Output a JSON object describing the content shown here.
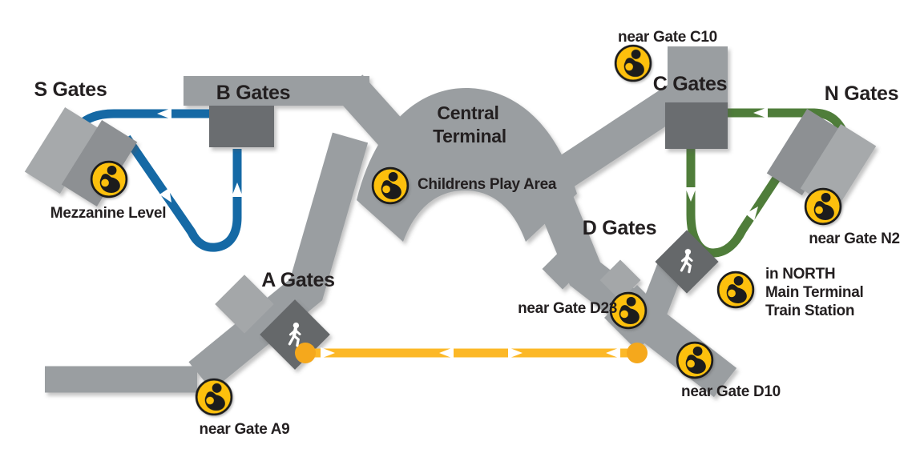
{
  "gates": {
    "s": "S Gates",
    "b": "B Gates",
    "a": "A Gates",
    "c": "C Gates",
    "d": "D Gates",
    "n": "N Gates",
    "central_line1": "Central",
    "central_line2": "Terminal"
  },
  "locations": {
    "c10": "near Gate C10",
    "mezzanine": "Mezzanine Level",
    "play_area": "Childrens Play Area",
    "n2": "near Gate N2",
    "north_train_line1": "in NORTH",
    "north_train_line2": "Main Terminal",
    "north_train_line3": "Train Station",
    "d23": "near Gate D23",
    "d10": "near Gate D10",
    "a9": "near Gate A9"
  },
  "icons": {
    "nursing_room": "nursing-mother-icon",
    "walkway": "walking-person-icon"
  },
  "colors": {
    "corridor": "#9A9EA1",
    "station_dark": "#6A6D70",
    "satellite_light": "#A6A9AB",
    "satellite_mid": "#8D9093",
    "train_blue": "#1569A5",
    "train_green": "#4F7D3A",
    "shuttle_yellow": "#FCB827",
    "icon_yellow": "#FDC00D",
    "label_text": "#231F20"
  }
}
